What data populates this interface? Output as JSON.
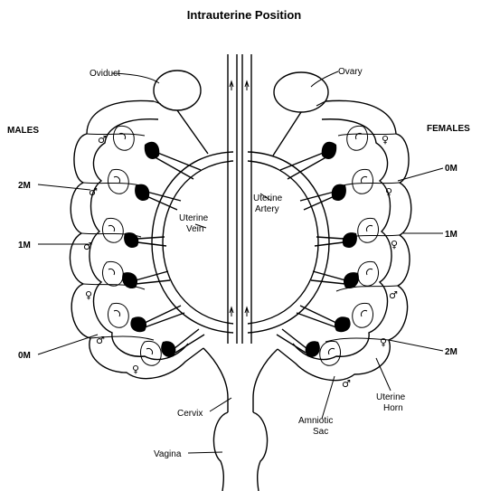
{
  "title": "Intrauterine Position",
  "side_labels": {
    "left": "MALES",
    "right": "FEMALES"
  },
  "left_labels": [
    {
      "text": "2M"
    },
    {
      "text": "1M"
    },
    {
      "text": "0M"
    }
  ],
  "right_labels": [
    {
      "text": "0M"
    },
    {
      "text": "1M"
    },
    {
      "text": "2M"
    }
  ],
  "annotations": {
    "oviduct": "Oviduct",
    "ovary": "Ovary",
    "uterine_vein_1": "Uterine",
    "uterine_vein_2": "Vein",
    "uterine_artery_1": "Uterine",
    "uterine_artery_2": "Artery",
    "cervix": "Cervix",
    "vagina": "Vagina",
    "amniotic_1": "Amniotic",
    "amniotic_2": "Sac",
    "uterine_horn_1": "Uterine",
    "uterine_horn_2": "Horn"
  },
  "fetus_sex": {
    "left": [
      "male",
      "male",
      "male",
      "female",
      "male",
      "female"
    ],
    "right": [
      "female",
      "female",
      "female",
      "male",
      "female",
      "male"
    ]
  }
}
